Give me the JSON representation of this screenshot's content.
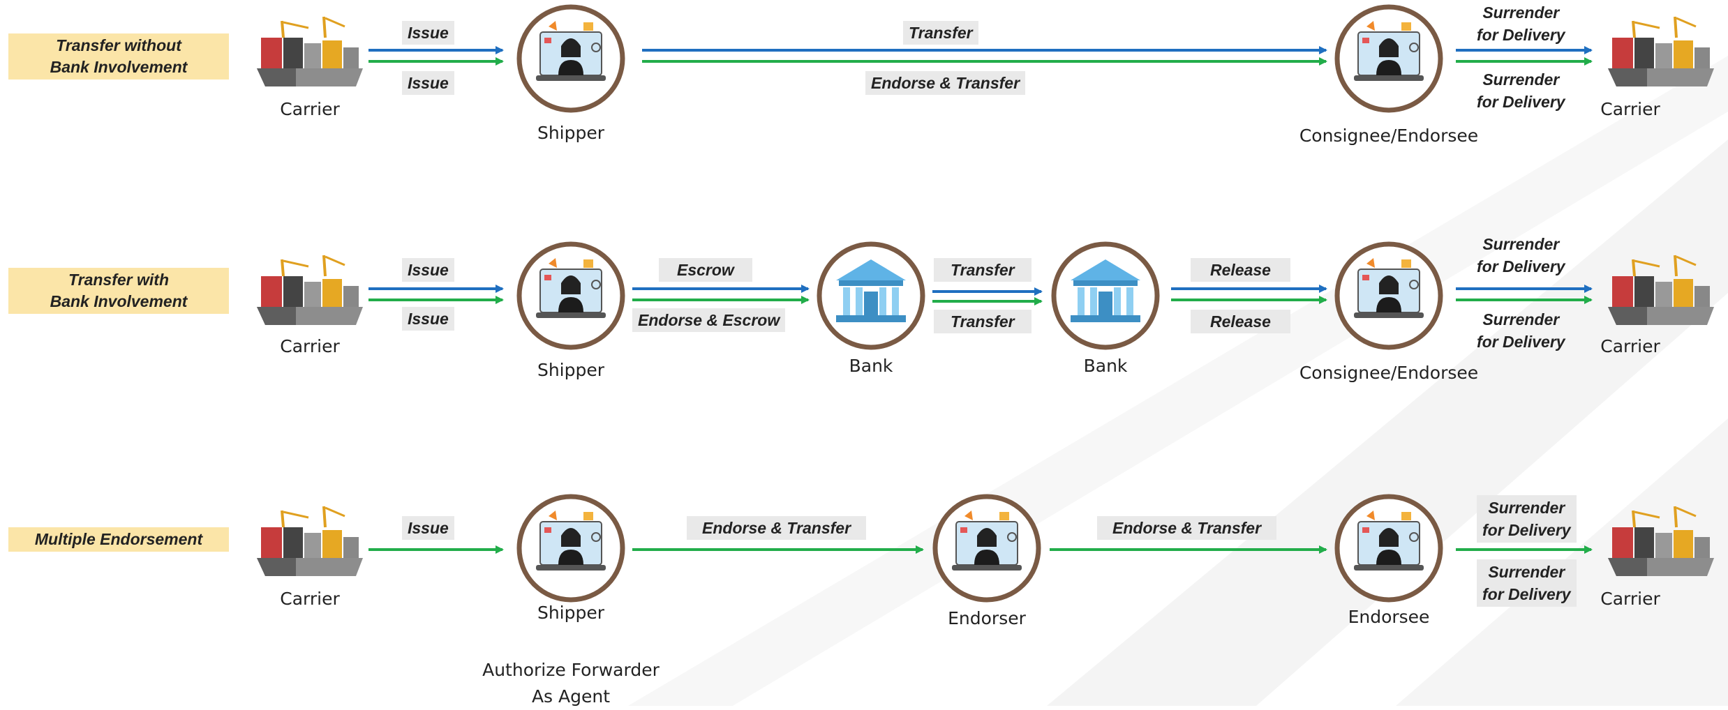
{
  "rows": [
    {
      "label": "Transfer without\nBank Involvement",
      "labels": {
        "issue_top": "Issue",
        "issue_bottom": "Issue",
        "transfer": "Transfer",
        "endorse_transfer": "Endorse & Transfer",
        "surrender_top": "Surrender\nfor Delivery",
        "surrender_bottom": "Surrender\nfor Delivery"
      },
      "nodes": {
        "carrier_left": "Carrier",
        "shipper": "Shipper",
        "consignee": "Consignee/Endorsee",
        "carrier_right": "Carrier"
      }
    },
    {
      "label": "Transfer with\nBank Involvement",
      "labels": {
        "issue_top": "Issue",
        "issue_bottom": "Issue",
        "escrow": "Escrow",
        "endorse_escrow": "Endorse & Escrow",
        "transfer_top": "Transfer",
        "transfer_bottom": "Transfer",
        "release_top": "Release",
        "release_bottom": "Release",
        "surrender_top": "Surrender\nfor Delivery",
        "surrender_bottom": "Surrender\nfor Delivery"
      },
      "nodes": {
        "carrier_left": "Carrier",
        "shipper": "Shipper",
        "bank_1": "Bank",
        "bank_2": "Bank",
        "consignee": "Consignee/Endorsee",
        "carrier_right": "Carrier"
      }
    },
    {
      "label": "Multiple Endorsement",
      "labels": {
        "issue": "Issue",
        "endorse_transfer_1": "Endorse & Transfer",
        "endorse_transfer_2": "Endorse & Transfer",
        "surrender_top": "Surrender\nfor Delivery",
        "surrender_bottom": "Surrender\nfor Delivery"
      },
      "nodes": {
        "carrier_left": "Carrier",
        "shipper": "Shipper",
        "shipper_note": "Authorize Forwarder\nAs Agent",
        "endorser": "Endorser",
        "endorsee": "Endorsee",
        "carrier_right": "Carrier"
      }
    }
  ],
  "colors": {
    "blue_arrow": "#1f6fc0",
    "green_arrow": "#22ad4a",
    "ring": "#7a5a44",
    "label_bg": "#fbe5a8",
    "tag_bg": "#e9e9e9"
  },
  "icons": {
    "ship": "cargo-ship-icon",
    "person": "person-laptop-icon",
    "bank": "bank-building-icon"
  }
}
